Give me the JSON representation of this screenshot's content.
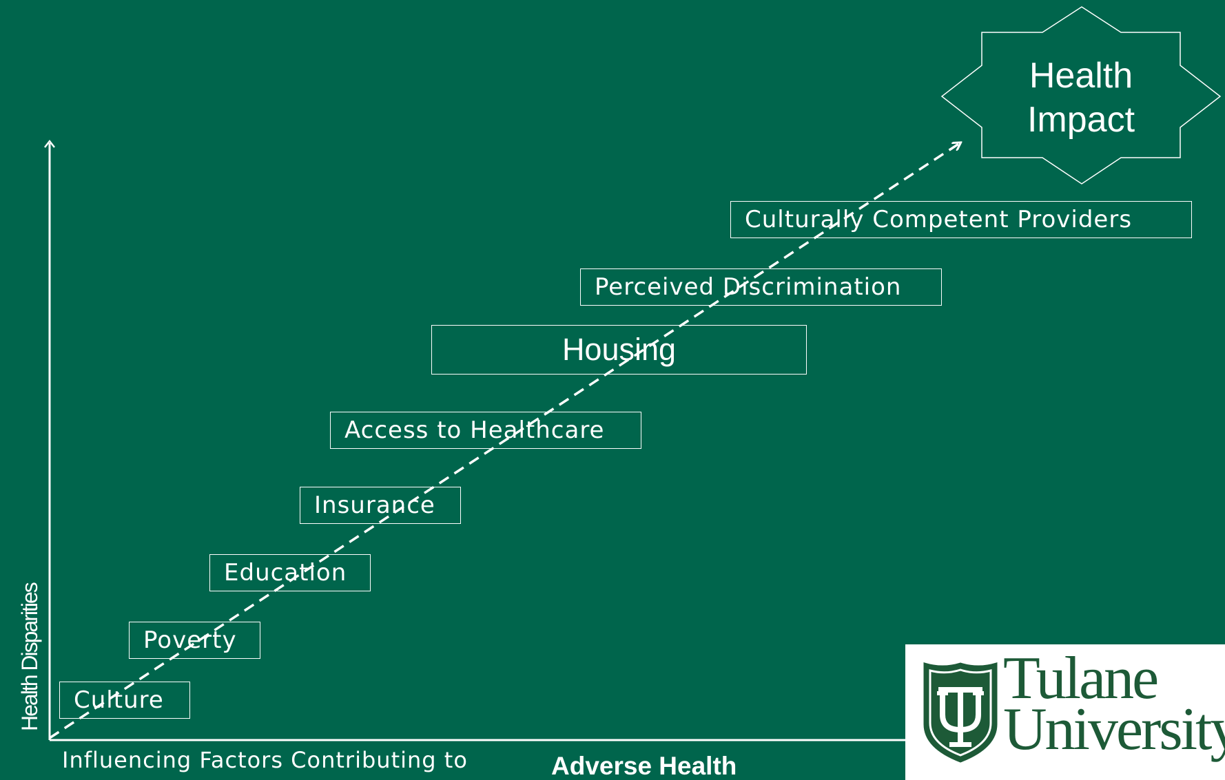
{
  "diagram": {
    "y_axis_label": "Health Disparities",
    "x_axis_label": "Influencing Factors Contributing to",
    "x_axis_label_bold": "Adverse Health",
    "impact": {
      "line1": "Health",
      "line2": "Impact"
    },
    "factors": [
      "Culture",
      "Poverty",
      "Education",
      "Insurance",
      "Access to Healthcare",
      "Housing",
      "Perceived Discrimination",
      "Culturally Competent Providers"
    ]
  },
  "logo": {
    "line1": "Tulane",
    "line2": "University"
  },
  "colors": {
    "background": "#00654c",
    "foreground": "#ffffff",
    "logo_green": "#1d5a37"
  }
}
